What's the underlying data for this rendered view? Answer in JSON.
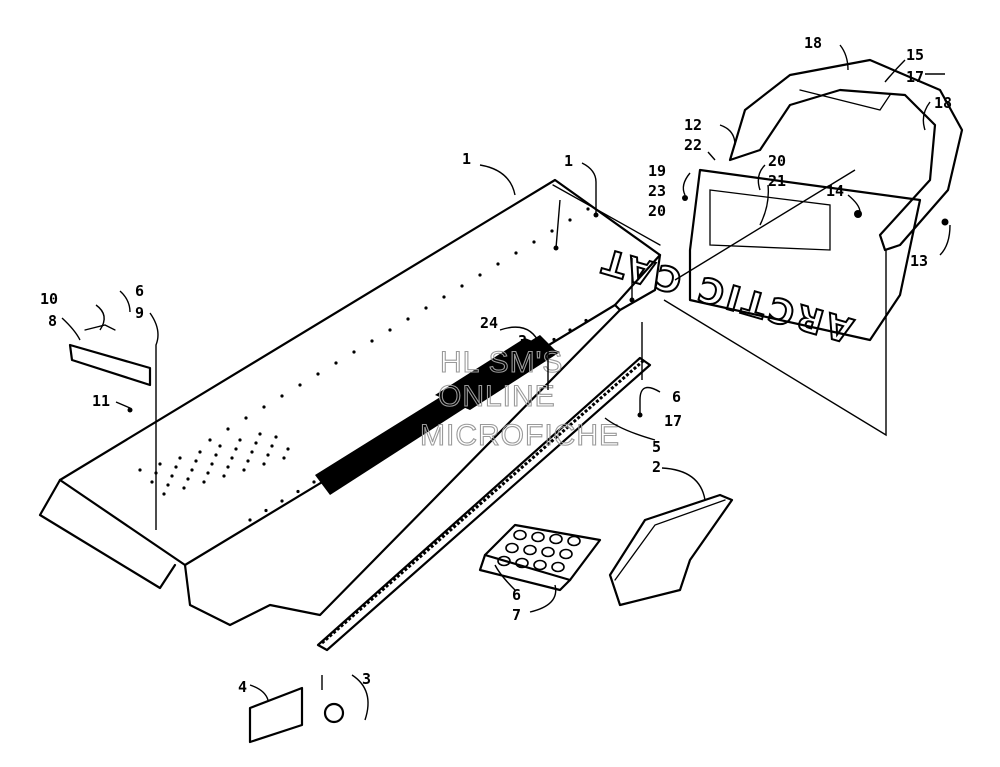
{
  "diagram": {
    "brand_badge": "ARCTIC CAT",
    "watermark_lines": [
      "HL SM'S",
      "ONLINE",
      "MICROFICHE"
    ],
    "callouts": [
      {
        "id": "c1",
        "label": "1"
      },
      {
        "id": "c1b",
        "label": "1"
      },
      {
        "id": "c2",
        "label": "2"
      },
      {
        "id": "c3a",
        "label": "3"
      },
      {
        "id": "c3b",
        "label": "3"
      },
      {
        "id": "c4",
        "label": "4"
      },
      {
        "id": "c5",
        "label": "5"
      },
      {
        "id": "c6a",
        "label": "6"
      },
      {
        "id": "c6b",
        "label": "6"
      },
      {
        "id": "c6c",
        "label": "6"
      },
      {
        "id": "c7",
        "label": "7"
      },
      {
        "id": "c8",
        "label": "8"
      },
      {
        "id": "c9",
        "label": "9"
      },
      {
        "id": "c10",
        "label": "10"
      },
      {
        "id": "c11",
        "label": "11"
      },
      {
        "id": "c12",
        "label": "12"
      },
      {
        "id": "c13",
        "label": "13"
      },
      {
        "id": "c14",
        "label": "14"
      },
      {
        "id": "c15",
        "label": "15"
      },
      {
        "id": "c17a",
        "label": "17"
      },
      {
        "id": "c17b",
        "label": "17"
      },
      {
        "id": "c18a",
        "label": "18"
      },
      {
        "id": "c18b",
        "label": "18"
      },
      {
        "id": "c19",
        "label": "19"
      },
      {
        "id": "c20a",
        "label": "20"
      },
      {
        "id": "c20b",
        "label": "20"
      },
      {
        "id": "c21",
        "label": "21"
      },
      {
        "id": "c22",
        "label": "22"
      },
      {
        "id": "c23",
        "label": "23"
      },
      {
        "id": "c24",
        "label": "24"
      }
    ]
  }
}
